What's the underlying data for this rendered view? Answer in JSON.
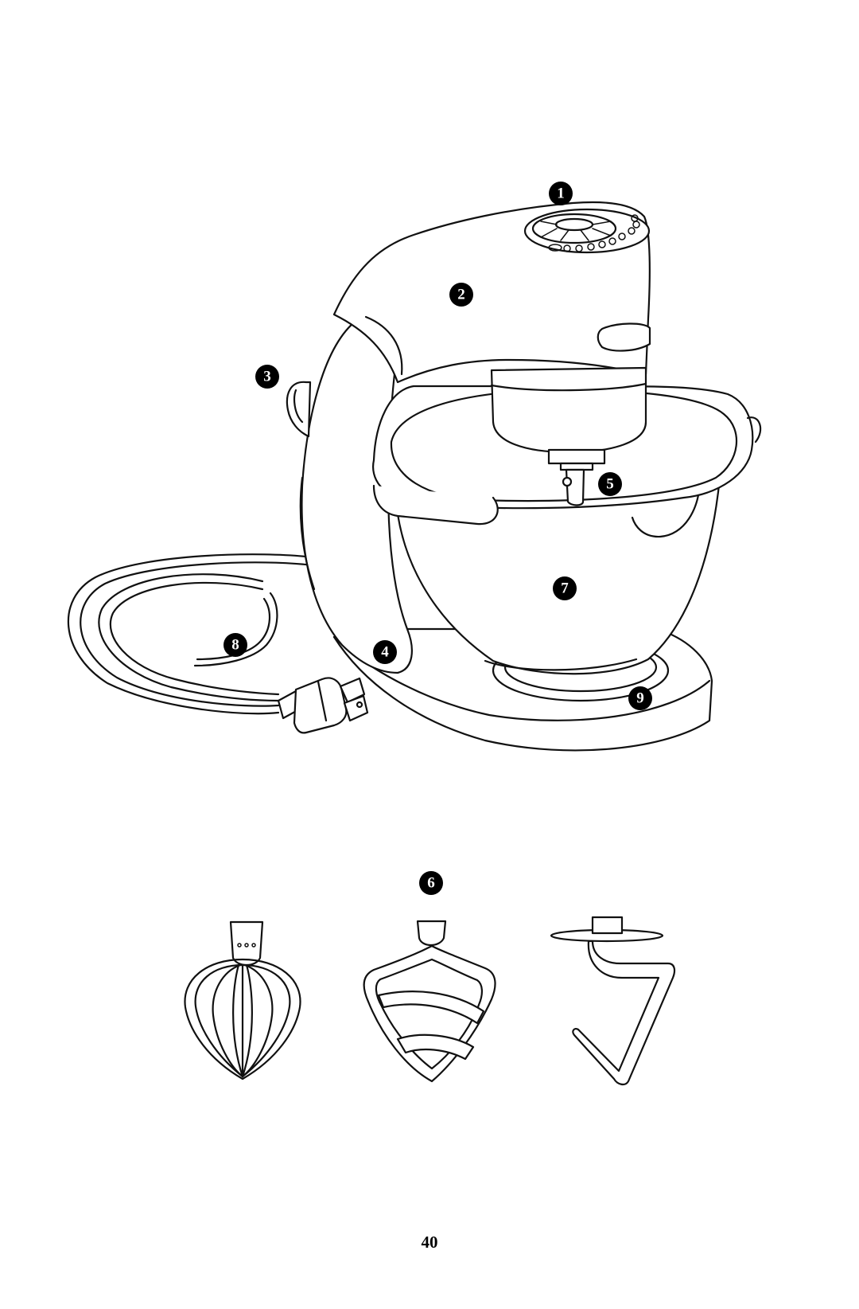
{
  "callouts": {
    "c1": "1",
    "c2": "2",
    "c3": "3",
    "c4": "4",
    "c5": "5",
    "c6": "6",
    "c7": "7",
    "c8": "8",
    "c9": "9"
  },
  "page_number": "40",
  "colors": {
    "line": "#111111",
    "background": "#ffffff",
    "callout_fill": "#000000",
    "callout_text": "#ffffff"
  }
}
